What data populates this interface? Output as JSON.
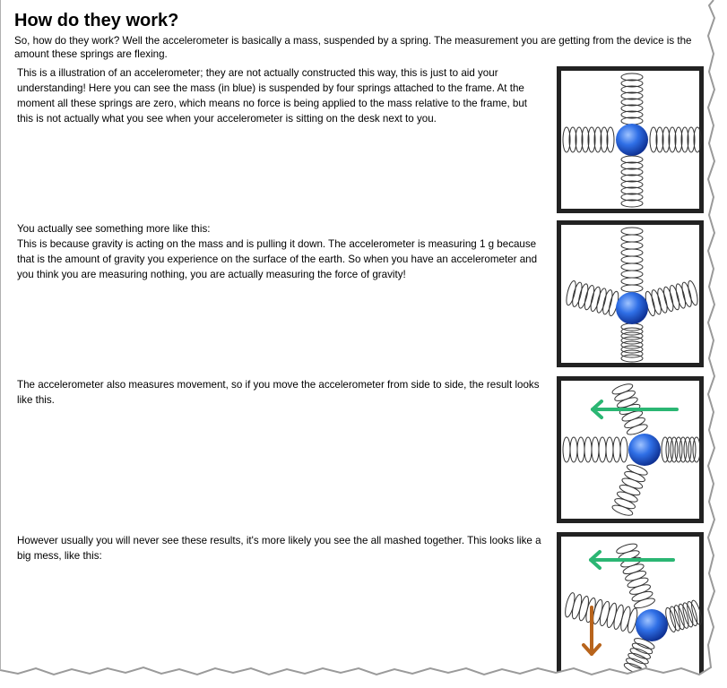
{
  "heading": "How do they work?",
  "intro": "So, how do they work? Well the accelerometer is basically a mass, suspended by a spring. The measurement you are getting from the device is the amount these springs are flexing.",
  "sections": [
    {
      "text": "This is a illustration of an accelerometer; they are not actually constructed this way, this is just to aid your understanding! Here you can see the mass (in blue) is suspended by four springs attached to the frame. At the moment all these springs are zero, which means no force is being applied to the mass relative to the frame, but this is not actually what you see when your accelerometer is sitting on the desk next to you."
    },
    {
      "text_line1": "You actually see something more like this:",
      "text_line2": "This is because gravity is acting on the mass and is pulling it down. The accelerometer is measuring 1 g because that is the amount of gravity you experience on the surface of the earth. So when you have an accelerometer and you think you are measuring nothing, you are actually measuring the force of gravity!"
    },
    {
      "text": "The accelerometer also measures movement, so if you move the accelerometer from side to side, the result looks like this."
    },
    {
      "text": "However usually you will never see these results, it's more likely you see the all mashed together. This looks like a big mess, like this:"
    }
  ],
  "colors": {
    "mass": "#1f5fd6",
    "movement_arrow": "#2bb673",
    "gravity_arrow": "#b8641c",
    "frame": "#222222"
  }
}
